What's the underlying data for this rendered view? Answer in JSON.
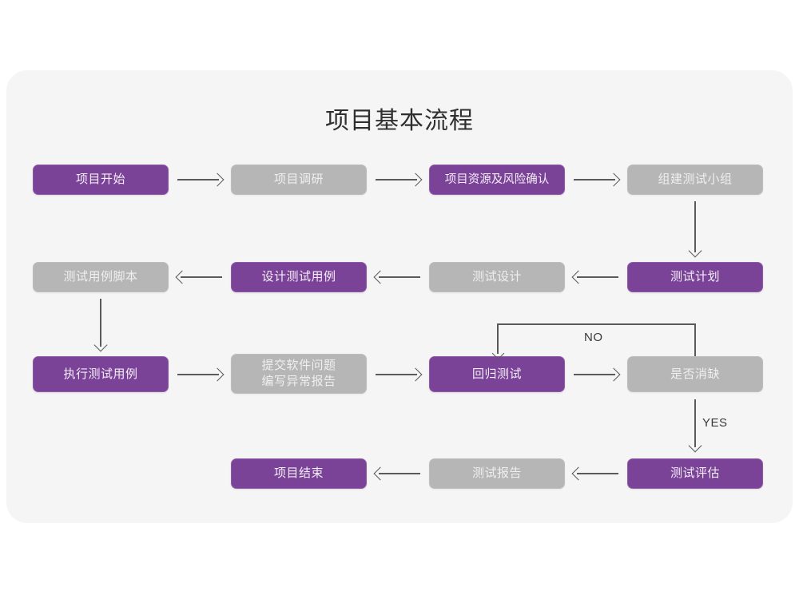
{
  "page": {
    "title": "项目基本流程",
    "background": "#ffffff",
    "card_background": "#f5f5f5"
  },
  "colors": {
    "purple": "#7b4397",
    "gray": "#b6b6b6",
    "arrow": "#5a5a5a",
    "title_text": "#2f2f2f",
    "node_text_on_purple": "#f4eef8",
    "node_text_on_gray": "#efefef"
  },
  "chart_data": {
    "type": "diagram",
    "title": "项目基本流程",
    "nodes": [
      {
        "id": "n1",
        "label": "项目开始",
        "style": "purple",
        "row": 1,
        "col": 1
      },
      {
        "id": "n2",
        "label": "项目调研",
        "style": "gray",
        "row": 1,
        "col": 2
      },
      {
        "id": "n3",
        "label": "项目资源及风险确认",
        "style": "purple",
        "row": 1,
        "col": 3
      },
      {
        "id": "n4",
        "label": "组建测试小组",
        "style": "gray",
        "row": 1,
        "col": 4
      },
      {
        "id": "n5",
        "label": "测试用例脚本",
        "style": "gray",
        "row": 2,
        "col": 1
      },
      {
        "id": "n6",
        "label": "设计测试用例",
        "style": "purple",
        "row": 2,
        "col": 2
      },
      {
        "id": "n7",
        "label": "测试设计",
        "style": "gray",
        "row": 2,
        "col": 3
      },
      {
        "id": "n8",
        "label": "测试计划",
        "style": "purple",
        "row": 2,
        "col": 4
      },
      {
        "id": "n9",
        "label": "执行测试用例",
        "style": "purple",
        "row": 3,
        "col": 1
      },
      {
        "id": "n10",
        "label": "提交软件问题\n编写异常报告",
        "style": "gray",
        "row": 3,
        "col": 2
      },
      {
        "id": "n11",
        "label": "回归测试",
        "style": "purple",
        "row": 3,
        "col": 3
      },
      {
        "id": "n12",
        "label": "是否消缺",
        "style": "gray",
        "row": 3,
        "col": 4
      },
      {
        "id": "n13",
        "label": "项目结束",
        "style": "purple",
        "row": 4,
        "col": 2
      },
      {
        "id": "n14",
        "label": "测试报告",
        "style": "gray",
        "row": 4,
        "col": 3
      },
      {
        "id": "n15",
        "label": "测试评估",
        "style": "purple",
        "row": 4,
        "col": 4
      }
    ],
    "edges": [
      {
        "from": "n1",
        "to": "n2",
        "direction": "right",
        "label": ""
      },
      {
        "from": "n2",
        "to": "n3",
        "direction": "right",
        "label": ""
      },
      {
        "from": "n3",
        "to": "n4",
        "direction": "right",
        "label": ""
      },
      {
        "from": "n4",
        "to": "n8",
        "direction": "down",
        "label": ""
      },
      {
        "from": "n8",
        "to": "n7",
        "direction": "left",
        "label": ""
      },
      {
        "from": "n7",
        "to": "n6",
        "direction": "left",
        "label": ""
      },
      {
        "from": "n6",
        "to": "n5",
        "direction": "left",
        "label": ""
      },
      {
        "from": "n5",
        "to": "n9",
        "direction": "down",
        "label": ""
      },
      {
        "from": "n9",
        "to": "n10",
        "direction": "right",
        "label": ""
      },
      {
        "from": "n10",
        "to": "n11",
        "direction": "right",
        "label": ""
      },
      {
        "from": "n11",
        "to": "n12",
        "direction": "right",
        "label": ""
      },
      {
        "from": "n12",
        "to": "n11",
        "direction": "loop-up-left-down",
        "label": "NO"
      },
      {
        "from": "n12",
        "to": "n15",
        "direction": "down",
        "label": "YES"
      },
      {
        "from": "n15",
        "to": "n14",
        "direction": "left",
        "label": ""
      },
      {
        "from": "n14",
        "to": "n13",
        "direction": "left",
        "label": ""
      }
    ],
    "edge_labels": {
      "no": "NO",
      "yes": "YES"
    }
  }
}
